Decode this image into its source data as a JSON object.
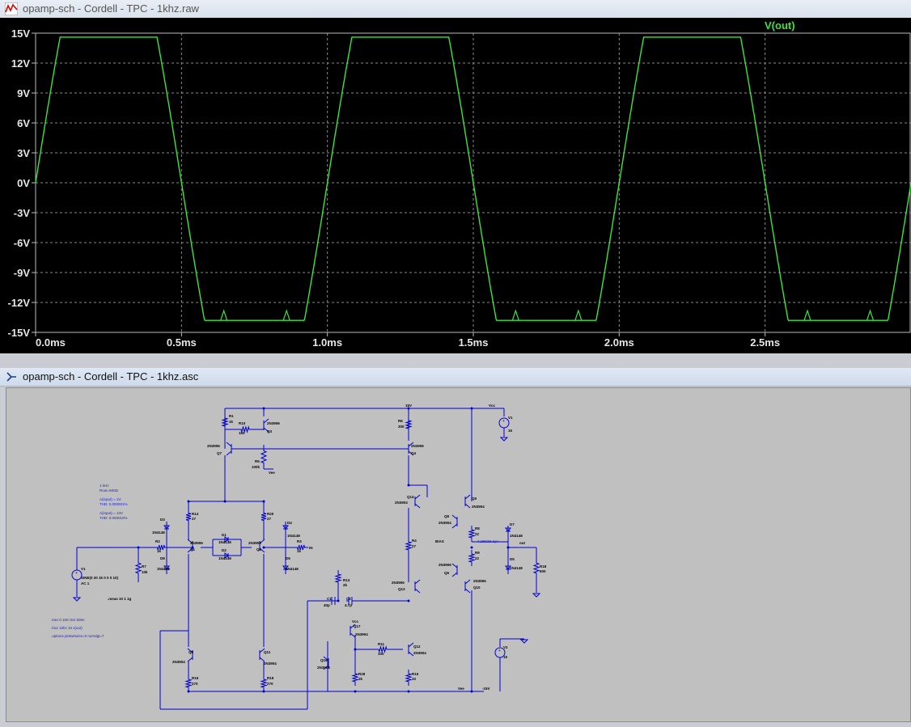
{
  "waveform_window": {
    "title": "opamp-sch - Cordell - TPC - 1khz.raw",
    "trace_label": "V(out)",
    "trace_color": "#39e639",
    "y_ticks": [
      "15V",
      "12V",
      "9V",
      "6V",
      "3V",
      "0V",
      "-3V",
      "-6V",
      "-9V",
      "-12V",
      "-15V"
    ],
    "x_ticks": [
      "0.0ms",
      "0.5ms",
      "1.0ms",
      "1.5ms",
      "2.0ms",
      "2.5ms"
    ]
  },
  "chart_data": {
    "type": "line",
    "title": "",
    "series": [
      {
        "name": "V(out)",
        "frequency_khz": 1,
        "clip_high_v": 14.6,
        "clip_low_v": -13.8,
        "amplitude_v": 29
      }
    ],
    "x_range_ms": [
      0,
      3.0
    ],
    "ylim": [
      -15,
      15
    ],
    "grid": true,
    "legend": "top-right"
  },
  "schematic_window": {
    "title": "opamp-sch - Cordell - TPC - 1khz.asc",
    "wire_color": "#0000cc",
    "labels": {
      "vcc_top": "15V",
      "vcc_top2": "Vcc",
      "v1": "V1",
      "v1_val": "15",
      "v2": "V2",
      "v2_val": "15",
      "vee": "Vee",
      "vee_val": "-15V",
      "r1": "R1",
      "r1v": "1k",
      "r10": "R10",
      "r10v": "150",
      "q3": "Q3",
      "q3m": "2N3906",
      "q7": "Q7",
      "q7m": "2N3906",
      "r5": "R5",
      "r5v": "100k",
      "vee_small": "Vee",
      "r6": "R6",
      "r6v": "300",
      "q4": "Q4",
      "q4m": "2N3906",
      "info1": "1 kHz",
      "info2": "Rout=600Ω",
      "info3": "A(input) = 1V:",
      "info4": "THD: 0.000001%",
      "info5": "A(input) = 13V",
      "info6": "THD: 0.000010%",
      "r14": "R14",
      "r14v": "27",
      "r20": "R20",
      "r20v": "27",
      "d4": "D4",
      "d4m": "1N4148",
      "d3": "D3",
      "d3m": "1N4148",
      "d7": "D7",
      "d7m": "1N4148",
      "d8": "D8",
      "d8m": "1N4148",
      "r2": "R2",
      "r2v": "1k",
      "r3": "R3",
      "r3v": "1k",
      "in_lbl": "IN",
      "q1": "Q1",
      "q1m": "2N3906",
      "q2": "Q2",
      "q2m": "2N3906",
      "d1": "D1",
      "d1m": "1N4148",
      "d2": "D2",
      "d2m": "1N4148",
      "d5": "D5",
      "d5m": "1N4148",
      "d6": "D6",
      "d6m": "1N4148",
      "v_in": "V1",
      "v_in_val": "SINE(0 20 1k 0 0 0 10)",
      "v_in_ac": "AC 1",
      "r7": "R7",
      "r7v": "10k",
      "meas": ".meas 10 1 1g",
      "cmd1": ".tran 0 10m 5m 500n",
      "cmd2": ".four 1khz 10 v(out)",
      "cmd3": ".options plotwinsize=0 numdgt=7",
      "q14": "Q14",
      "q14m": "2N3904",
      "q9": "Q9",
      "q9m": "2N3904",
      "q8": "Q8",
      "q8m": "2N3904",
      "r8": "R8",
      "r8v": "22",
      "r9": "R9",
      "r9v": "22",
      "q6": "Q6",
      "q6m": "2N3906",
      "q10": "Q10",
      "q10m": "2N3906",
      "r4": "R4",
      "r4v": "27",
      "bias": "BIAS",
      "bias_val": "7.288036 3μV",
      "out": "out",
      "r18": "R18",
      "r18v": "600",
      "q13": "Q13",
      "q13m": "2N3906",
      "r13": "R13",
      "r13v": "2k",
      "c1": "C1",
      "c1v": "40p",
      "c2": "C2",
      "c2v": "4.7p",
      "q17": "Q17",
      "q17m": "2N3904",
      "vcc_mid": "Vcc",
      "r11": "R11",
      "r11v": "100",
      "q12": "Q12",
      "q12m": "2N3904",
      "q5": "Q5",
      "q5m": "2N3904",
      "q11": "Q11",
      "q11m": "2N3904",
      "q16": "Q16",
      "q16m": "2N3904",
      "r16": "R16",
      "r16v": "270",
      "r19": "R19",
      "r19v": "270",
      "r28": "R28",
      "r28v": "2k",
      "r15": "R15",
      "r15v": "10"
    }
  }
}
